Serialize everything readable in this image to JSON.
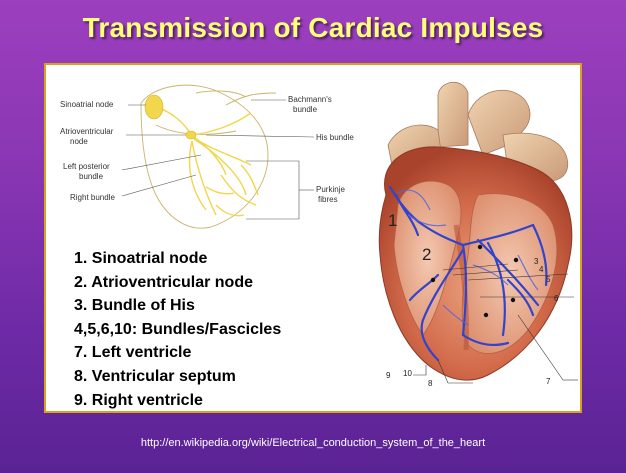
{
  "title": "Transmission of Cardiac Impulses",
  "url": "http://en.wikipedia.org/wiki/Electrical_conduction_system_of_the_heart",
  "schematic_labels": {
    "sinoatrial": "Sinoatrial node",
    "av_line1": "Atrioventricular",
    "av_line2": "node",
    "lpb_line1": "Left posterior",
    "lpb_line2": "bundle",
    "right_bundle": "Right bundle",
    "bachmann_line1": "Bachmann's",
    "bachmann_line2": "bundle",
    "his": "His bundle",
    "purkinje_line1": "Purkinje",
    "purkinje_line2": "fibres"
  },
  "legend": [
    "1. Sinoatrial node",
    "2. Atrioventricular node",
    "3. Bundle of His",
    "4,5,6,10: Bundles/Fascicles",
    "7. Left ventricle",
    "8. Ventricular septum",
    "9. Right ventricle"
  ],
  "heart_numbers": {
    "n1": "1",
    "n2": "2",
    "n3": "3",
    "n4": "4",
    "n5": "5",
    "n6": "6",
    "n7": "7",
    "n8": "8",
    "n9": "9",
    "n10": "10"
  },
  "colors": {
    "title": "#ffff7a",
    "panel_border": "#d8a21d",
    "conduction_yellow": "#f2d64b",
    "conduction_blue": "#3344cc"
  }
}
